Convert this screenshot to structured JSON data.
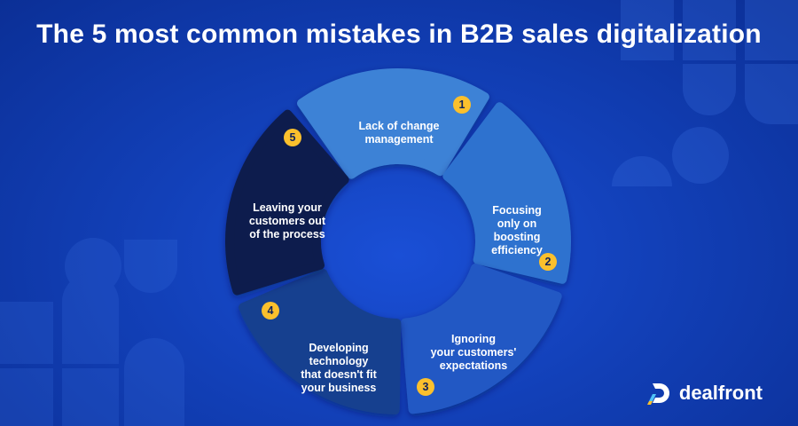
{
  "title": "The 5 most common mistakes in B2B sales digitalization",
  "segments": [
    {
      "num": "1",
      "text": "Lack of change\nmanagement",
      "color": "#3d82d6"
    },
    {
      "num": "2",
      "text": "Focusing\nonly on\nboosting\nefficiency",
      "color": "#2f72cf"
    },
    {
      "num": "3",
      "text": "Ignoring\nyour customers'\nexpectations",
      "color": "#2159c4"
    },
    {
      "num": "4",
      "text": "Developing\ntechnology\nthat doesn't fit\nyour business",
      "color": "#17408f"
    },
    {
      "num": "5",
      "text": "Leaving your\ncustomers out\nof the process",
      "color": "#0e1f4d"
    }
  ],
  "brand": {
    "name": "dealfront"
  },
  "colors": {
    "badge": "#fbc02d",
    "text": "#ffffff"
  }
}
